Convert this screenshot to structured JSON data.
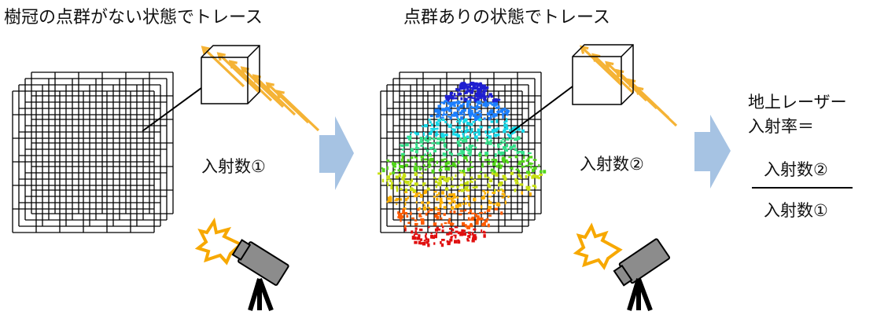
{
  "left_panel": {
    "title": "樹冠の点群がない状態でトレース",
    "count_label": "入射数①"
  },
  "right_panel": {
    "title": "点群ありの状態でトレース",
    "count_label": "入射数②"
  },
  "formula": {
    "label_line1": "地上レーザー",
    "label_line2": "入射率＝",
    "numerator": "入射数②",
    "denominator": "入射数①"
  },
  "colors": {
    "grid": "#000000",
    "rays": "#f5b335",
    "arrow": "#a6c3e3",
    "scanner_body": "#8c8c8c",
    "flash": "#f7a800",
    "point_cloud": [
      "#1f1fd0",
      "#1c7fff",
      "#14d8e8",
      "#35e08a",
      "#52d61a",
      "#c8e012",
      "#ffb000",
      "#ff5a00",
      "#e01010"
    ]
  }
}
